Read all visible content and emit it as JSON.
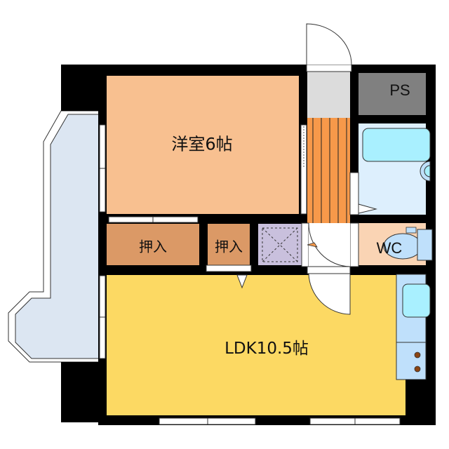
{
  "floorplan": {
    "rooms": [
      {
        "id": "western-room",
        "label": "洋室6帖",
        "color": "#F8C090"
      },
      {
        "id": "ldk",
        "label": "LDK10.5帖",
        "color": "#FCD963"
      },
      {
        "id": "closet-1",
        "label": "押入",
        "color": "#DB9966"
      },
      {
        "id": "closet-2",
        "label": "押入",
        "color": "#DB9966"
      },
      {
        "id": "pipe-space",
        "label": "PS",
        "color": "#808080"
      },
      {
        "id": "toilet",
        "label": "WC",
        "color": "#FAD4B4"
      },
      {
        "id": "bathroom",
        "label": "",
        "color": "#DDEFFD"
      },
      {
        "id": "balcony",
        "label": "",
        "color": "#DCE6F2"
      },
      {
        "id": "entrance",
        "label": "",
        "color": "#DCDCDC"
      },
      {
        "id": "hallway",
        "label": "",
        "color": "#F7994A"
      },
      {
        "id": "storage",
        "label": "",
        "color": "#C9C0DD"
      }
    ],
    "colors": {
      "wall": "#000000",
      "fixture": "#BFE0FB",
      "fixture_inner": "#A9F0FF",
      "stove_burner": "#8B4513"
    }
  }
}
